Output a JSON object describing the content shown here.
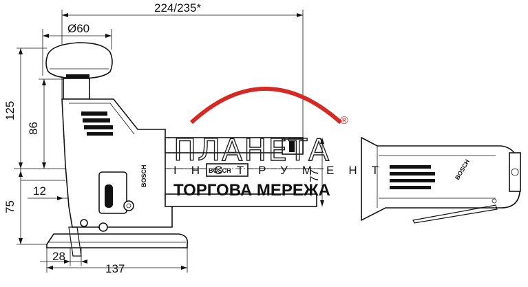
{
  "dimensions": {
    "overall_length": "224/235*",
    "knob_diameter": "Ø60",
    "total_height": "125",
    "knob_height": "86",
    "lower_height": "75",
    "small_offset": "12",
    "blade_offset": "28",
    "base_length": "137",
    "side_height": "77"
  },
  "watermark": {
    "brand": "ПЛАНЕТА",
    "registered_mark": "®",
    "subtitle": "ІНСТРУМЕНТ",
    "tagline": "ТОРГОВА МЕРЕЖА"
  },
  "tool_logo": "BOSCH",
  "colors": {
    "arc": "#d42a23",
    "line": "#111111",
    "background": "#ffffff"
  }
}
